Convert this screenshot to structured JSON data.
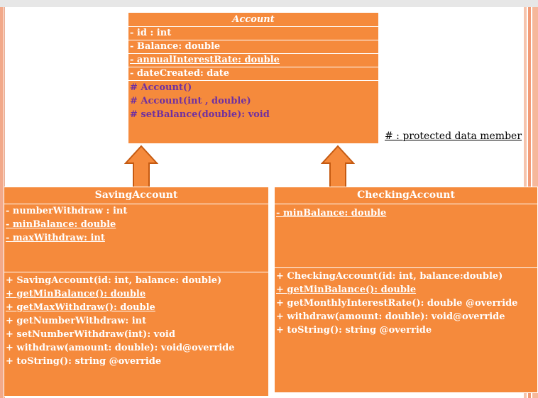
{
  "account": {
    "name": "Account",
    "attributes": [
      {
        "text": "- id : int",
        "underline": false
      },
      {
        "text": "- Balance: double",
        "underline": false
      },
      {
        "text": "- annualInterestRate: double",
        "underline": true
      },
      {
        "text": "- dateCreated: date",
        "underline": false
      }
    ],
    "methods": [
      {
        "text": "# Account()",
        "underline": false
      },
      {
        "text": "# Account(int , double)",
        "underline": false
      },
      {
        "text": "# setBalance(double): void",
        "underline": false
      }
    ]
  },
  "note": "# : protected data member",
  "saving": {
    "name": "SavingAccount",
    "attributes": [
      {
        "text": "- numberWithdraw : int",
        "underline": false
      },
      {
        "text": "- minBalance: double",
        "underline": true
      },
      {
        "text": "- maxWithdraw: int",
        "underline": true
      }
    ],
    "methods": [
      {
        "text": "+ SavingAccount(id: int, balance: double)",
        "underline": false
      },
      {
        "text": "+ getMinBalance(): double",
        "underline": true
      },
      {
        "text": "+ getMaxWithdraw(): double",
        "underline": true
      },
      {
        "text": "+ getNumberWithdraw: int",
        "underline": false
      },
      {
        "text": "+ setNumberWithdraw(int): void",
        "underline": false
      },
      {
        "text": "+ withdraw(amount: double): void@override",
        "underline": false
      },
      {
        "text": "+ toString(): string  @override",
        "underline": false
      }
    ]
  },
  "checking": {
    "name": "CheckingAccount",
    "attributes": [
      {
        "text": "- minBalance: double",
        "underline": true
      }
    ],
    "methods": [
      {
        "text": "+ CheckingAccount(id: int, balance:double)",
        "underline": false
      },
      {
        "text": "+ getMinBalance(): double",
        "underline": true
      },
      {
        "text": "+ getMonthlyInterestRate(): double @override",
        "underline": false
      },
      {
        "text": "+ withdraw(amount: double): void@override",
        "underline": false
      },
      {
        "text": "+ toString(): string  @override",
        "underline": false
      }
    ]
  },
  "colors": {
    "box_fill": "#f58a3c",
    "text": "#ffffff",
    "protected_text": "#7030a0",
    "arrow_fill": "#f58a3c",
    "arrow_stroke": "#c55a11"
  }
}
